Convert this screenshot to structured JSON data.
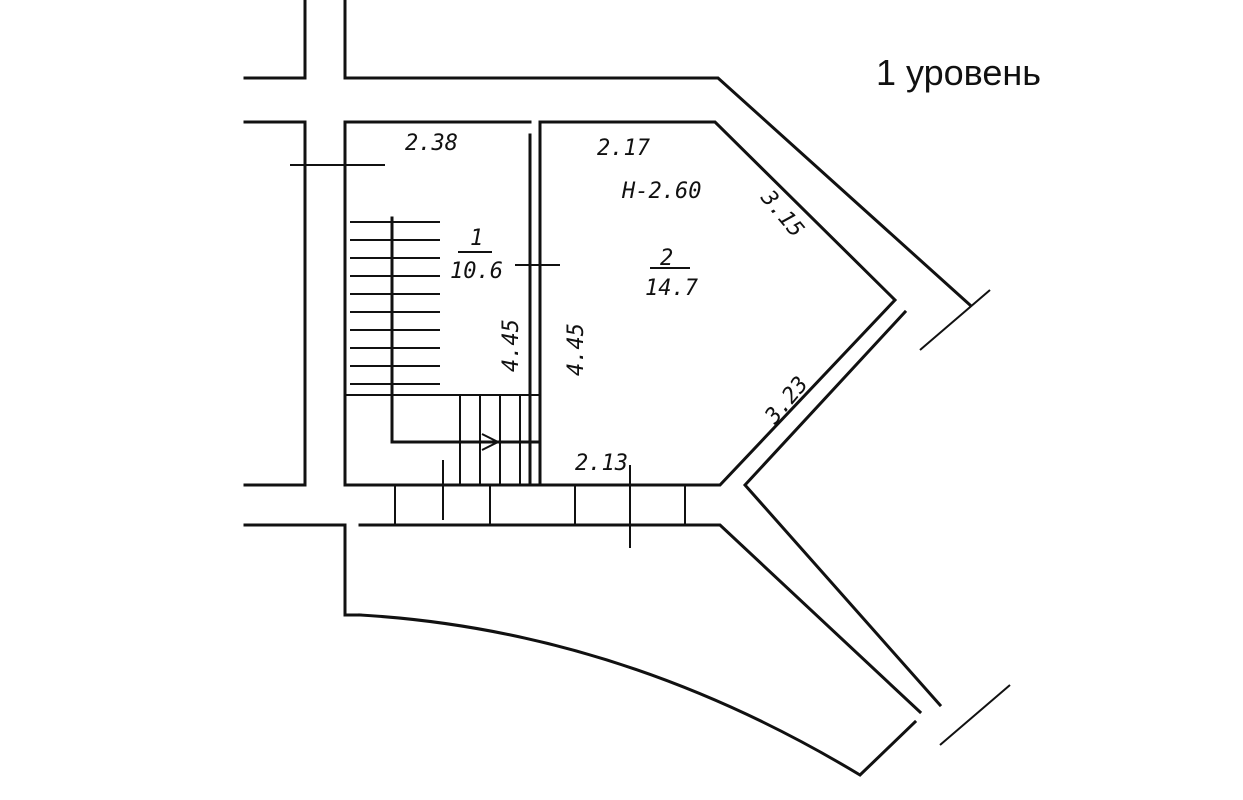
{
  "title": "1 уровень",
  "rooms": [
    {
      "number": "1",
      "area": "10.6"
    },
    {
      "number": "2",
      "area": "14.7"
    }
  ],
  "dimensions": {
    "room1_width": "2.38",
    "room2_top": "2.17",
    "height": "H-2.60",
    "diag_top": "3.15",
    "diag_bottom": "3.23",
    "room1_length": "4.45",
    "room2_length": "4.45",
    "room2_bottom": "2.13"
  }
}
